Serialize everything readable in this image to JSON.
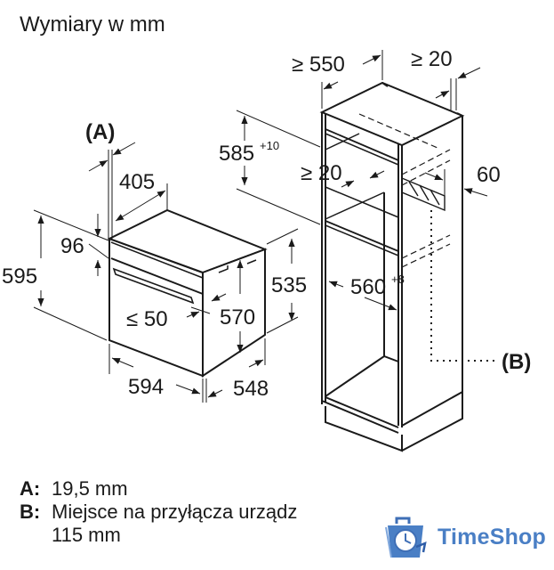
{
  "header": {
    "title": "Wymiary w mm"
  },
  "labels": {
    "A": "(A)",
    "B": "(B)"
  },
  "dimensions": {
    "oven_depth_top": "405",
    "oven_panel_height": "96",
    "oven_total_height": "595",
    "oven_handle_depth": "≤ 50",
    "oven_body_height": "570",
    "oven_width": "594",
    "oven_body_depth": "548",
    "cabinet_niche_height_side": "535",
    "cabinet_depth": "≥ 550",
    "cabinet_back_gap": "≥ 20",
    "niche_height": "585",
    "niche_height_tol": "+10",
    "shelf_gap": "≥ 20",
    "vent_depth": "60",
    "niche_width": "560",
    "niche_width_tol": "+8"
  },
  "legend": {
    "a_key": "A:",
    "a_value": "19,5 mm",
    "b_key": "B:",
    "b_value_line1": "Miejsce na przyłącza urządz",
    "b_value_line2": "115 mm"
  },
  "watermark": {
    "brand": "TimeShop",
    "icon": "clock-bag-icon",
    "color": "#4a7fc5"
  }
}
